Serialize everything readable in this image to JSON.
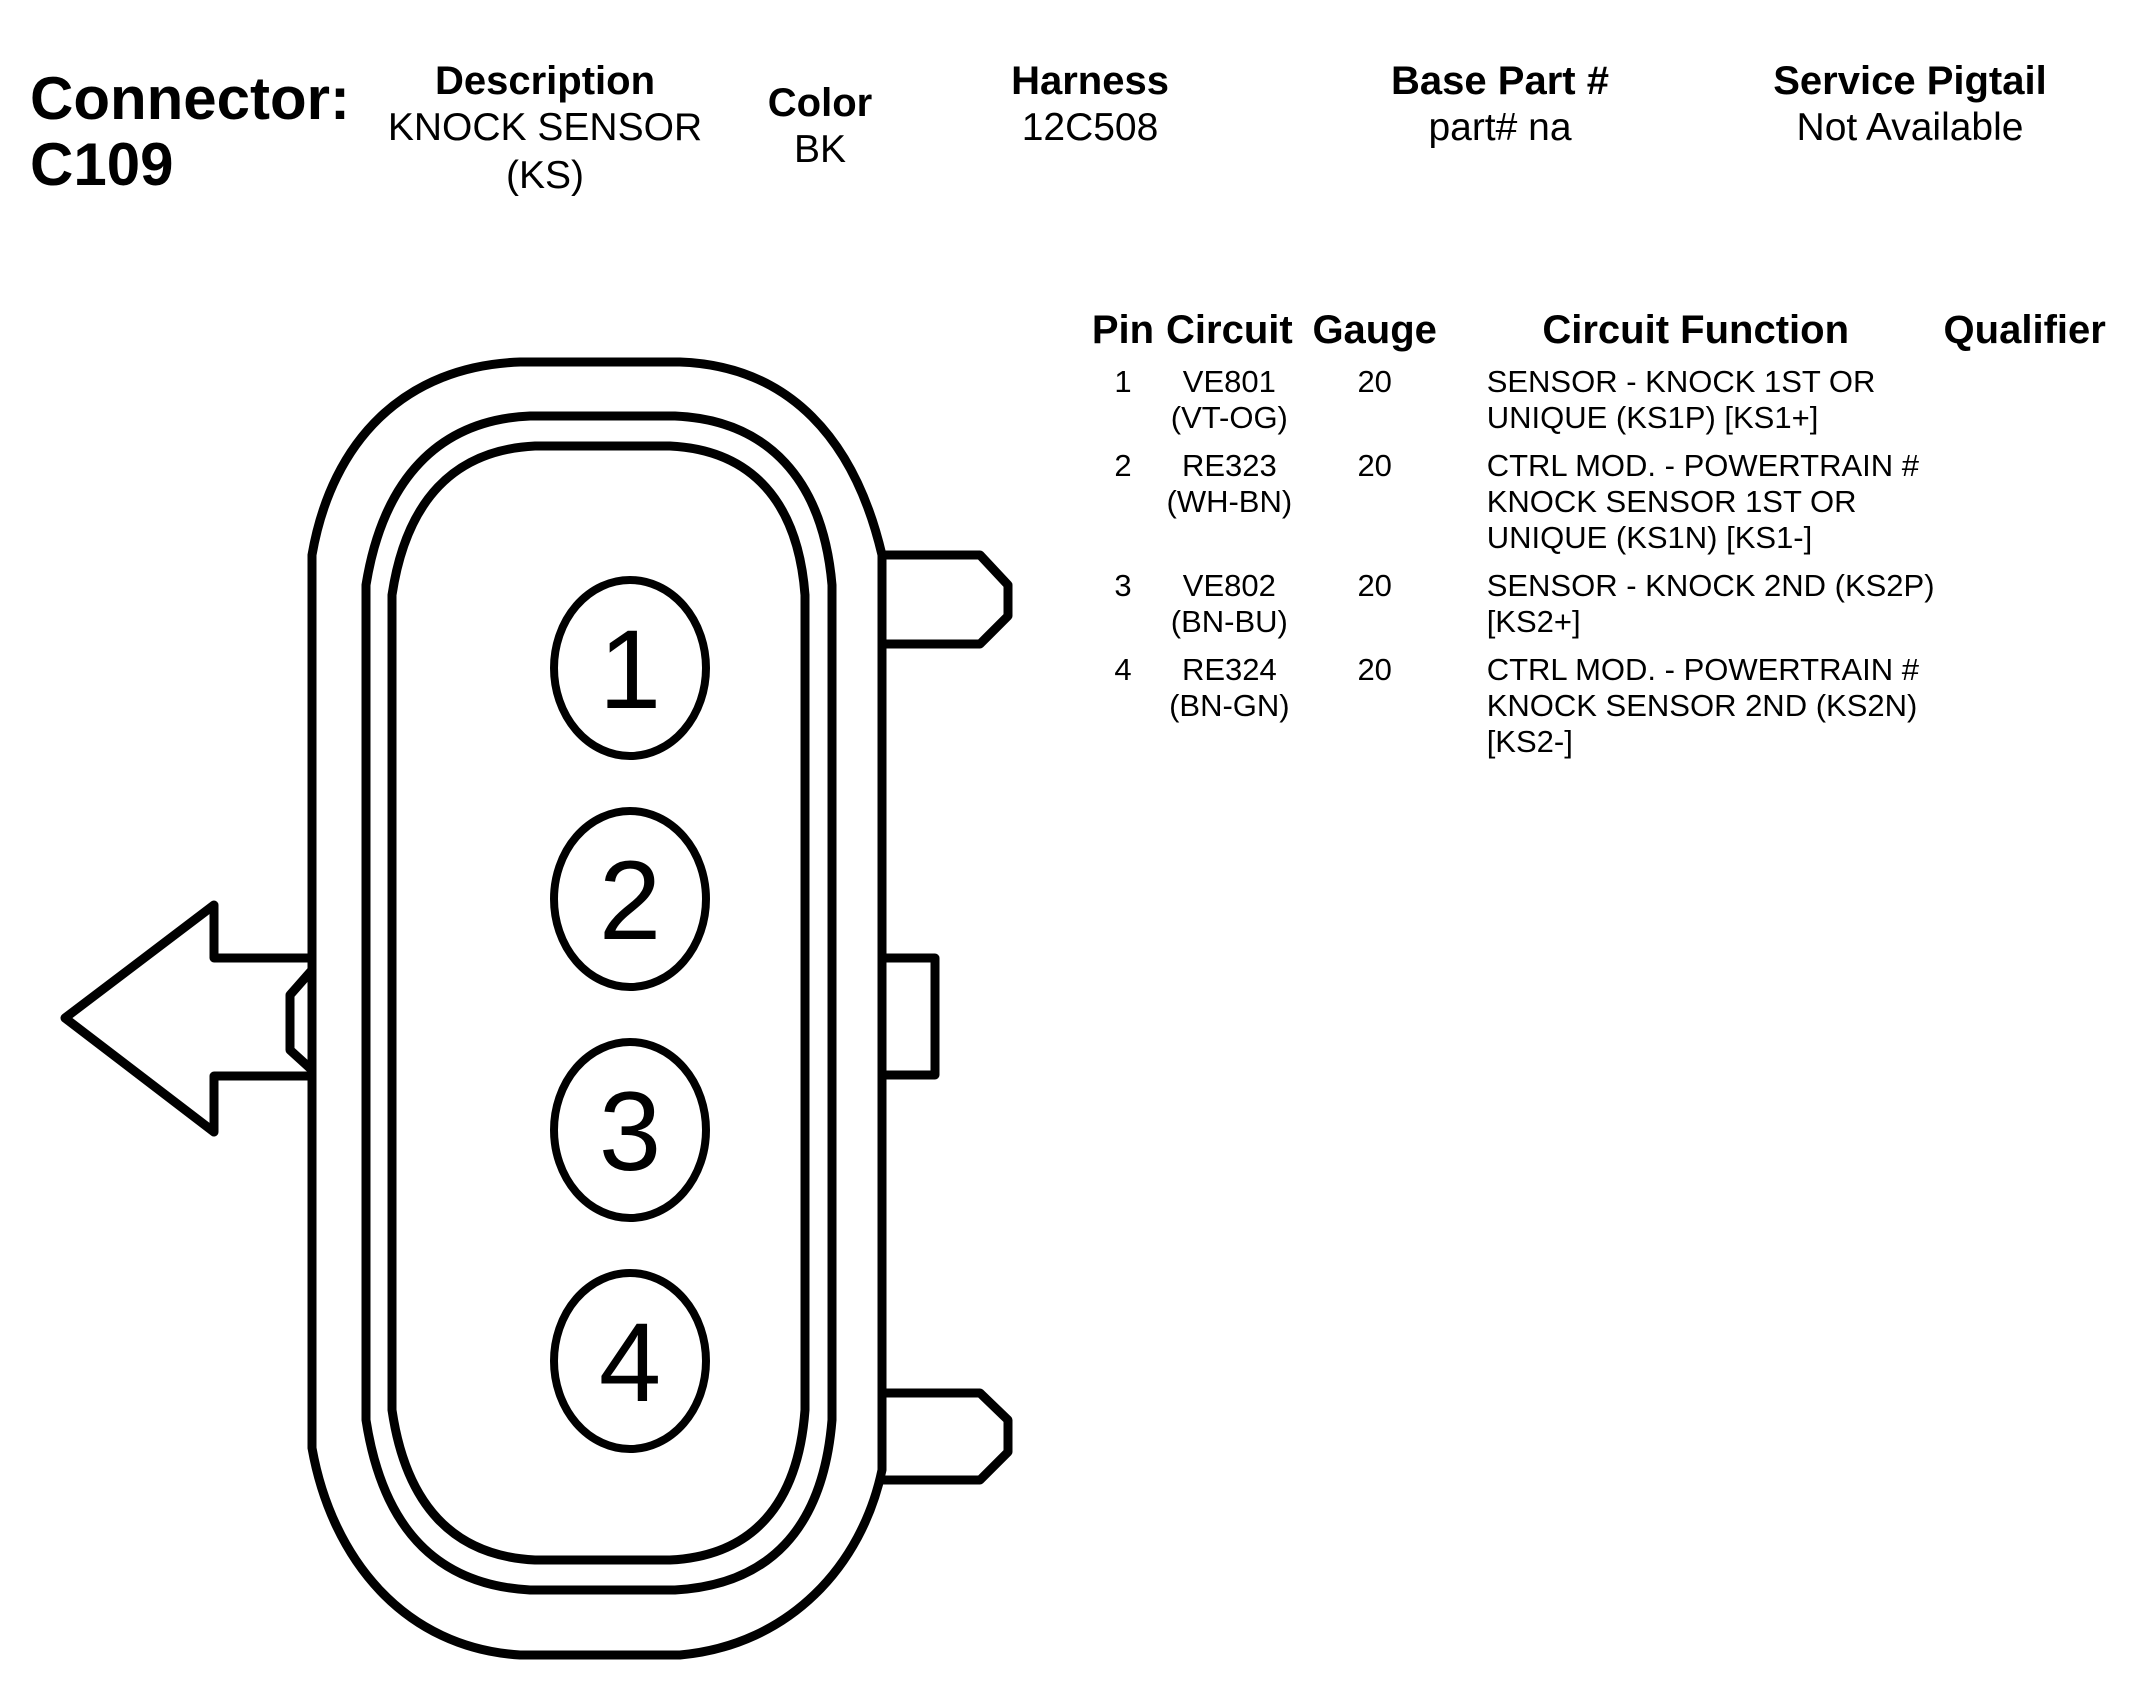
{
  "connector": {
    "label": "Connector:",
    "id": "C109"
  },
  "header": [
    {
      "key": "description",
      "label": "Description",
      "value": "KNOCK SENSOR\n(KS)"
    },
    {
      "key": "color",
      "label": "Color",
      "value": "BK"
    },
    {
      "key": "harness",
      "label": "Harness",
      "value": "12C508"
    },
    {
      "key": "base_part",
      "label": "Base Part #",
      "value": "part# na"
    },
    {
      "key": "service_pigtail",
      "label": "Service Pigtail",
      "value": "Not Available"
    }
  ],
  "pin_table": {
    "columns": [
      "Pin",
      "Circuit",
      "Gauge",
      "Circuit Function",
      "Qualifier"
    ],
    "rows": [
      {
        "pin": "1",
        "circuit": "VE801",
        "wire_color": "(VT-OG)",
        "gauge": "20",
        "function": "SENSOR - KNOCK 1ST OR UNIQUE (KS1P) [KS1+]",
        "qualifier": ""
      },
      {
        "pin": "2",
        "circuit": "RE323",
        "wire_color": "(WH-BN)",
        "gauge": "20",
        "function": "CTRL MOD. - POWERTRAIN # KNOCK SENSOR 1ST OR UNIQUE (KS1N) [KS1-]",
        "qualifier": ""
      },
      {
        "pin": "3",
        "circuit": "VE802",
        "wire_color": "(BN-BU)",
        "gauge": "20",
        "function": "SENSOR - KNOCK 2ND (KS2P) [KS2+]",
        "qualifier": ""
      },
      {
        "pin": "4",
        "circuit": "RE324",
        "wire_color": "(BN-GN)",
        "gauge": "20",
        "function": "CTRL MOD. - POWERTRAIN # KNOCK SENSOR 2ND (KS2N) [KS2-]",
        "qualifier": ""
      }
    ]
  },
  "connector_face": {
    "pins": [
      "1",
      "2",
      "3",
      "4"
    ]
  }
}
